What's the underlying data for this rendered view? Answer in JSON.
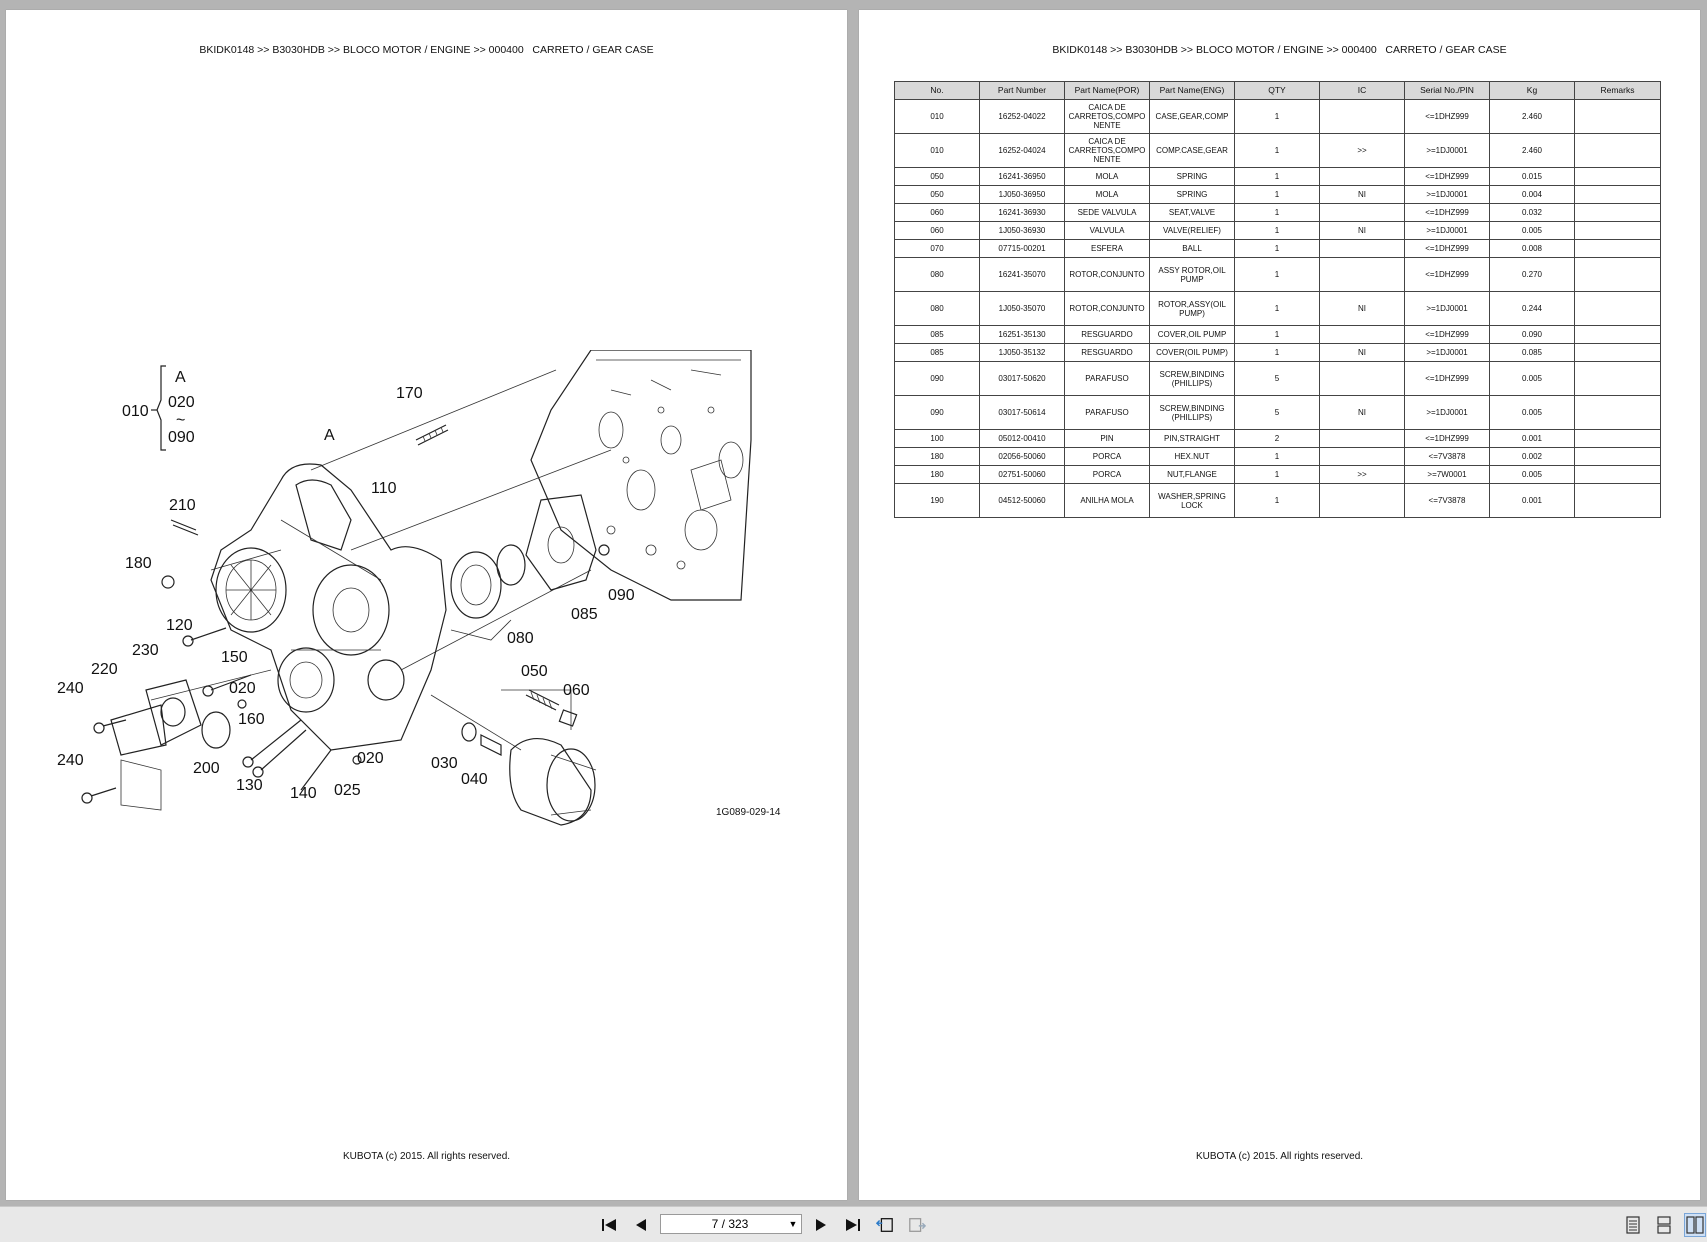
{
  "header_text": "BKIDK0148 >> B3030HDB >> BLOCO MOTOR / ENGINE >> 000400   CARRETO / GEAR CASE",
  "footer_text": "KUBOTA (c) 2015. All rights reserved.",
  "diagram": {
    "figure_code": "1G089-029-14",
    "bracket_top": "A",
    "bracket_mid": "020",
    "bracket_tilde": "~",
    "bracket_bottom": "090",
    "bracket_ref": "010",
    "labels": {
      "l170": "170",
      "lA": "A",
      "l110": "110",
      "l210": "210",
      "l180": "180",
      "l120": "120",
      "l230": "230",
      "l150": "150",
      "l220": "220",
      "l240a": "240",
      "l020a": "020",
      "l160": "160",
      "l200": "200",
      "l130": "130",
      "l140": "140",
      "l020b": "020",
      "l025": "025",
      "l030": "030",
      "l040": "040",
      "l050": "050",
      "l060": "060",
      "l240b": "240",
      "l080": "080",
      "l085": "085",
      "l090": "090"
    }
  },
  "table": {
    "headers": [
      "No.",
      "Part Number",
      "Part Name(POR)",
      "Part Name(ENG)",
      "QTY",
      "IC",
      "Serial No./PIN",
      "Kg",
      "Remarks"
    ],
    "rows": [
      {
        "no": "010",
        "pn": "16252-04022",
        "por": "CAICA DE CARRETOS,COMPO NENTE",
        "eng": "CASE,GEAR,COMP",
        "qty": "1",
        "ic": "",
        "serial": "<=1DHZ999",
        "kg": "2.460",
        "rem": "",
        "h": "tall"
      },
      {
        "no": "010",
        "pn": "16252-04024",
        "por": "CAICA DE CARRETOS,COMPO NENTE",
        "eng": "COMP.CASE,GEAR",
        "qty": "1",
        "ic": ">>",
        "serial": ">=1DJ0001",
        "kg": "2.460",
        "rem": "",
        "h": "tall"
      },
      {
        "no": "050",
        "pn": "16241-36950",
        "por": "MOLA",
        "eng": "SPRING",
        "qty": "1",
        "ic": "",
        "serial": "<=1DHZ999",
        "kg": "0.015",
        "rem": "",
        "h": "short"
      },
      {
        "no": "050",
        "pn": "1J050-36950",
        "por": "MOLA",
        "eng": "SPRING",
        "qty": "1",
        "ic": "NI",
        "serial": ">=1DJ0001",
        "kg": "0.004",
        "rem": "",
        "h": "short"
      },
      {
        "no": "060",
        "pn": "16241-36930",
        "por": "SEDE VALVULA",
        "eng": "SEAT,VALVE",
        "qty": "1",
        "ic": "",
        "serial": "<=1DHZ999",
        "kg": "0.032",
        "rem": "",
        "h": "short"
      },
      {
        "no": "060",
        "pn": "1J050-36930",
        "por": "VALVULA",
        "eng": "VALVE(RELIEF)",
        "qty": "1",
        "ic": "NI",
        "serial": ">=1DJ0001",
        "kg": "0.005",
        "rem": "",
        "h": "short"
      },
      {
        "no": "070",
        "pn": "07715-00201",
        "por": "ESFERA",
        "eng": "BALL",
        "qty": "1",
        "ic": "",
        "serial": "<=1DHZ999",
        "kg": "0.008",
        "rem": "",
        "h": "short"
      },
      {
        "no": "080",
        "pn": "16241-35070",
        "por": "ROTOR,CONJUNTO",
        "eng": "ASSY ROTOR,OIL PUMP",
        "qty": "1",
        "ic": "",
        "serial": "<=1DHZ999",
        "kg": "0.270",
        "rem": "",
        "h": "mid"
      },
      {
        "no": "080",
        "pn": "1J050-35070",
        "por": "ROTOR,CONJUNTO",
        "eng": "ROTOR,ASSY(OIL PUMP)",
        "qty": "1",
        "ic": "NI",
        "serial": ">=1DJ0001",
        "kg": "0.244",
        "rem": "",
        "h": "mid"
      },
      {
        "no": "085",
        "pn": "16251-35130",
        "por": "RESGUARDO",
        "eng": "COVER,OIL PUMP",
        "qty": "1",
        "ic": "",
        "serial": "<=1DHZ999",
        "kg": "0.090",
        "rem": "",
        "h": "short"
      },
      {
        "no": "085",
        "pn": "1J050-35132",
        "por": "RESGUARDO",
        "eng": "COVER(OIL PUMP)",
        "qty": "1",
        "ic": "NI",
        "serial": ">=1DJ0001",
        "kg": "0.085",
        "rem": "",
        "h": "short"
      },
      {
        "no": "090",
        "pn": "03017-50620",
        "por": "PARAFUSO",
        "eng": "SCREW,BINDING (PHILLIPS)",
        "qty": "5",
        "ic": "",
        "serial": "<=1DHZ999",
        "kg": "0.005",
        "rem": "",
        "h": "mid"
      },
      {
        "no": "090",
        "pn": "03017-50614",
        "por": "PARAFUSO",
        "eng": "SCREW,BINDING (PHILLIPS)",
        "qty": "5",
        "ic": "NI",
        "serial": ">=1DJ0001",
        "kg": "0.005",
        "rem": "",
        "h": "mid"
      },
      {
        "no": "100",
        "pn": "05012-00410",
        "por": "PIN",
        "eng": "PIN,STRAIGHT",
        "qty": "2",
        "ic": "",
        "serial": "<=1DHZ999",
        "kg": "0.001",
        "rem": "",
        "h": "short"
      },
      {
        "no": "180",
        "pn": "02056-50060",
        "por": "PORCA",
        "eng": "HEX.NUT",
        "qty": "1",
        "ic": "",
        "serial": "<=7V3878",
        "kg": "0.002",
        "rem": "",
        "h": "short"
      },
      {
        "no": "180",
        "pn": "02751-50060",
        "por": "PORCA",
        "eng": "NUT,FLANGE",
        "qty": "1",
        "ic": ">>",
        "serial": ">=7W0001",
        "kg": "0.005",
        "rem": "",
        "h": "short"
      },
      {
        "no": "190",
        "pn": "04512-50060",
        "por": "ANILHA MOLA",
        "eng": "WASHER,SPRING LOCK",
        "qty": "1",
        "ic": "",
        "serial": "<=7V3878",
        "kg": "0.001",
        "rem": "",
        "h": "mid"
      }
    ]
  },
  "toolbar": {
    "page_value": "7 / 323",
    "first_icon": "first-page-icon",
    "prev_icon": "prev-page-icon",
    "next_icon": "next-page-icon",
    "last_icon": "last-page-icon"
  }
}
